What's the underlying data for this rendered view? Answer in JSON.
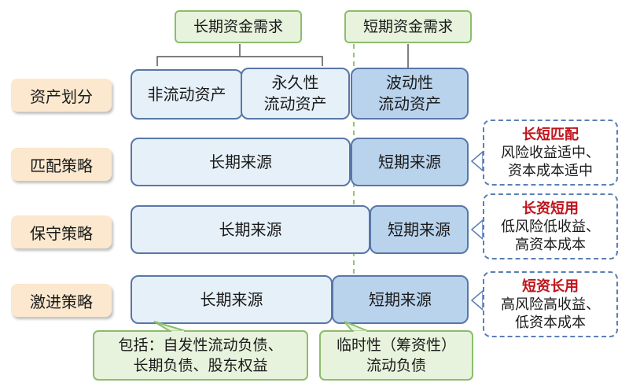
{
  "demand": {
    "long_term": "长期资金需求",
    "short_term": "短期资金需求"
  },
  "rows": {
    "asset": {
      "label": "资产划分"
    },
    "matching": {
      "label": "匹配策略"
    },
    "conservative": {
      "label": "保守策略"
    },
    "aggressive": {
      "label": "激进策略"
    }
  },
  "assets": {
    "non_current": "非流动资产",
    "permanent_current": [
      "永久性",
      "流动资产"
    ],
    "fluctuating_current": [
      "波动性",
      "流动资产"
    ]
  },
  "sources": {
    "long": "长期来源",
    "short": "短期来源"
  },
  "notes": {
    "matching": {
      "title": "长短匹配",
      "lines": [
        "风险收益适中、",
        "资本成本适中"
      ]
    },
    "conservative": {
      "title": "长资短用",
      "lines": [
        "低风险低收益、",
        "高资本成本"
      ]
    },
    "aggressive": {
      "title": "短资长用",
      "lines": [
        "高风险高收益、",
        "低资本成本"
      ]
    }
  },
  "callouts": {
    "long_includes": [
      "包括：自发性流动负债、",
      "长期负债、股东权益"
    ],
    "temporary": [
      "临时性（筹资性）",
      "流动负债"
    ]
  },
  "colors": {
    "green_fill": "#e7f3dc",
    "green_border": "#8cbc6c",
    "label_fill": "#fbe8cf",
    "light_blue": "#e6f0f8",
    "dark_blue": "#b9d3ec",
    "blue_border": "#5877a8",
    "highlight_red": "#c0131b"
  }
}
